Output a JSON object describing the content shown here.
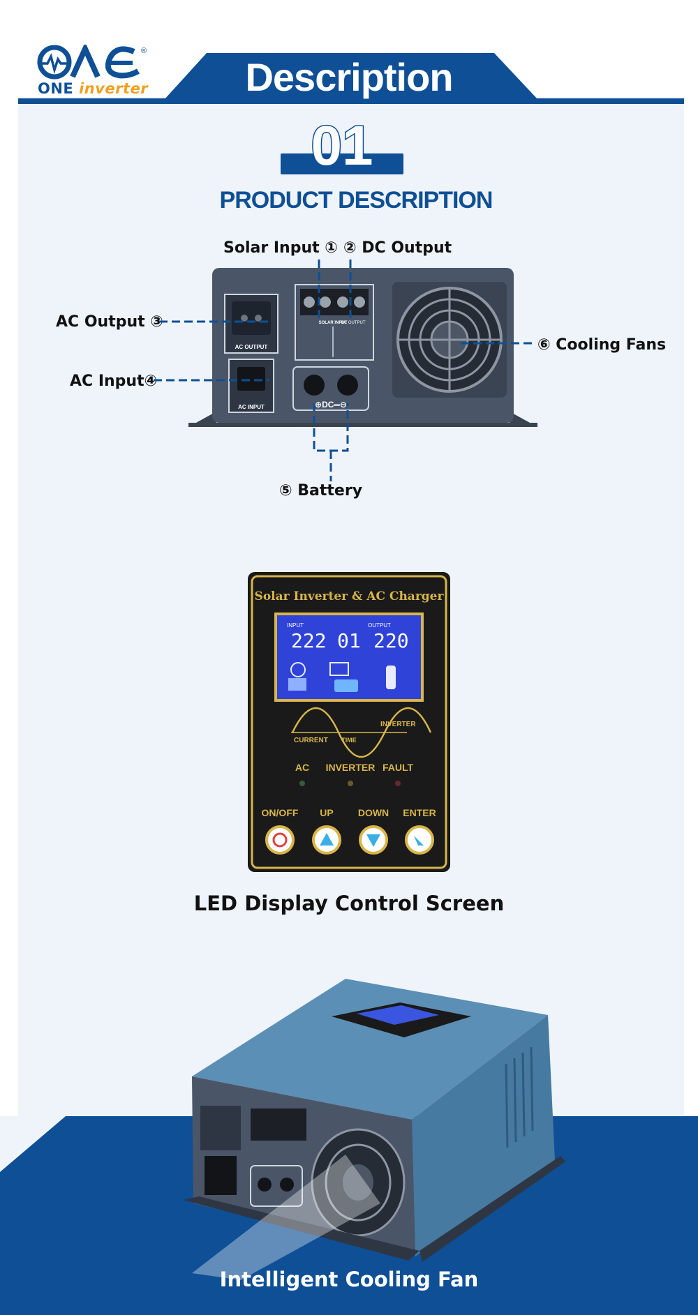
{
  "brand": {
    "tagline_prefix": "ONE",
    "tagline_suffix": "inverter",
    "mark": "®"
  },
  "header": {
    "title": "Description"
  },
  "section": {
    "number": "01",
    "heading": "PRODUCT DESCRIPTION"
  },
  "callouts": {
    "solar_input": "Solar Input ①",
    "dc_output": "② DC Output",
    "ac_output": "AC Output ③",
    "ac_input": "AC Input④",
    "cooling_fans": "⑥ Cooling Fans",
    "battery": "⑤ Battery"
  },
  "device_front": {
    "ac_output_label": "AC OUTPUT",
    "ac_input_label": "AC INPUT",
    "solar_input_label": "SOLAR INPUT",
    "dc_output_label": "DC OUTPUT",
    "dc_label": "⊕DC═⊖"
  },
  "control_panel": {
    "title": "Solar Inverter & AC Charger",
    "lcd_input_label": "INPUT",
    "lcd_output_label": "OUTPUT",
    "lcd_input_value": "222",
    "lcd_mode_value": "01",
    "lcd_output_value": "220",
    "wave_left": "CURRENT",
    "wave_mid": "TIME",
    "wave_right": "INVERTER",
    "led_ac": "AC",
    "led_inverter": "INVERTER",
    "led_fault": "FAULT",
    "btn_onoff": "ON/OFF",
    "btn_up": "UP",
    "btn_down": "DOWN",
    "btn_enter": "ENTER",
    "caption": "LED Display Control Screen"
  },
  "cooling": {
    "caption": "Intelligent Cooling Fan"
  },
  "colors": {
    "brand_blue": "#0e4f96",
    "page_bg": "#eef4fa",
    "device_grey": "#4a5668",
    "device_blue": "#5b8fb5",
    "panel_gold": "#d8b64a",
    "lcd_blue": "#2f43d8"
  }
}
